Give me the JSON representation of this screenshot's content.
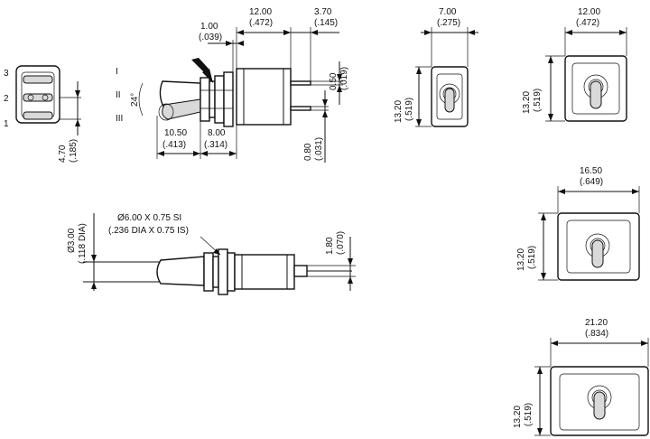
{
  "dimensions": {
    "dim_1_00": {
      "mm": "1.00",
      "inch": "(.039)"
    },
    "dim_12_00_top": {
      "mm": "12.00",
      "inch": "(.472)"
    },
    "dim_3_70": {
      "mm": "3.70",
      "inch": "(.145)"
    },
    "dim_0_50": {
      "mm": "0.50",
      "inch": "(.019)"
    },
    "dim_0_80": {
      "mm": "0.80",
      "inch": "(.031)"
    },
    "dim_10_50": {
      "mm": "10.50",
      "inch": "(.413)"
    },
    "dim_8_00": {
      "mm": "8.00",
      "inch": "(.314)"
    },
    "dim_4_70": {
      "mm": "4.70",
      "inch": "(.185)"
    },
    "dim_7_00": {
      "mm": "7.00",
      "inch": "(.275)"
    },
    "dim_13_20_a": {
      "mm": "13.20",
      "inch": "(.519)"
    },
    "dim_12_00_right": {
      "mm": "12.00",
      "inch": "(.472)"
    },
    "dim_13_20_b": {
      "mm": "13.20",
      "inch": "(.519)"
    },
    "dim_16_50": {
      "mm": "16.50",
      "inch": "(.649)"
    },
    "dim_13_20_c": {
      "mm": "13.20",
      "inch": "(.519)"
    },
    "dim_21_20": {
      "mm": "21.20",
      "inch": "(.834)"
    },
    "dim_13_20_d": {
      "mm": "13.20",
      "inch": "(.519)"
    },
    "dim_3_00": {
      "mm": "Ø3.00",
      "inch": "(.118 DIA)"
    },
    "dim_1_80": {
      "mm": "1.80",
      "inch": "(.070)"
    },
    "thread": {
      "line1": "Ø6.00 X 0.75 SI",
      "line2": "(.236 DIA X 0.75 IS)"
    }
  },
  "angle": "24°",
  "positions": {
    "p1": "I",
    "p2": "II",
    "p3": "III"
  },
  "pins": {
    "p1": "1",
    "p2": "2",
    "p3": "3"
  }
}
